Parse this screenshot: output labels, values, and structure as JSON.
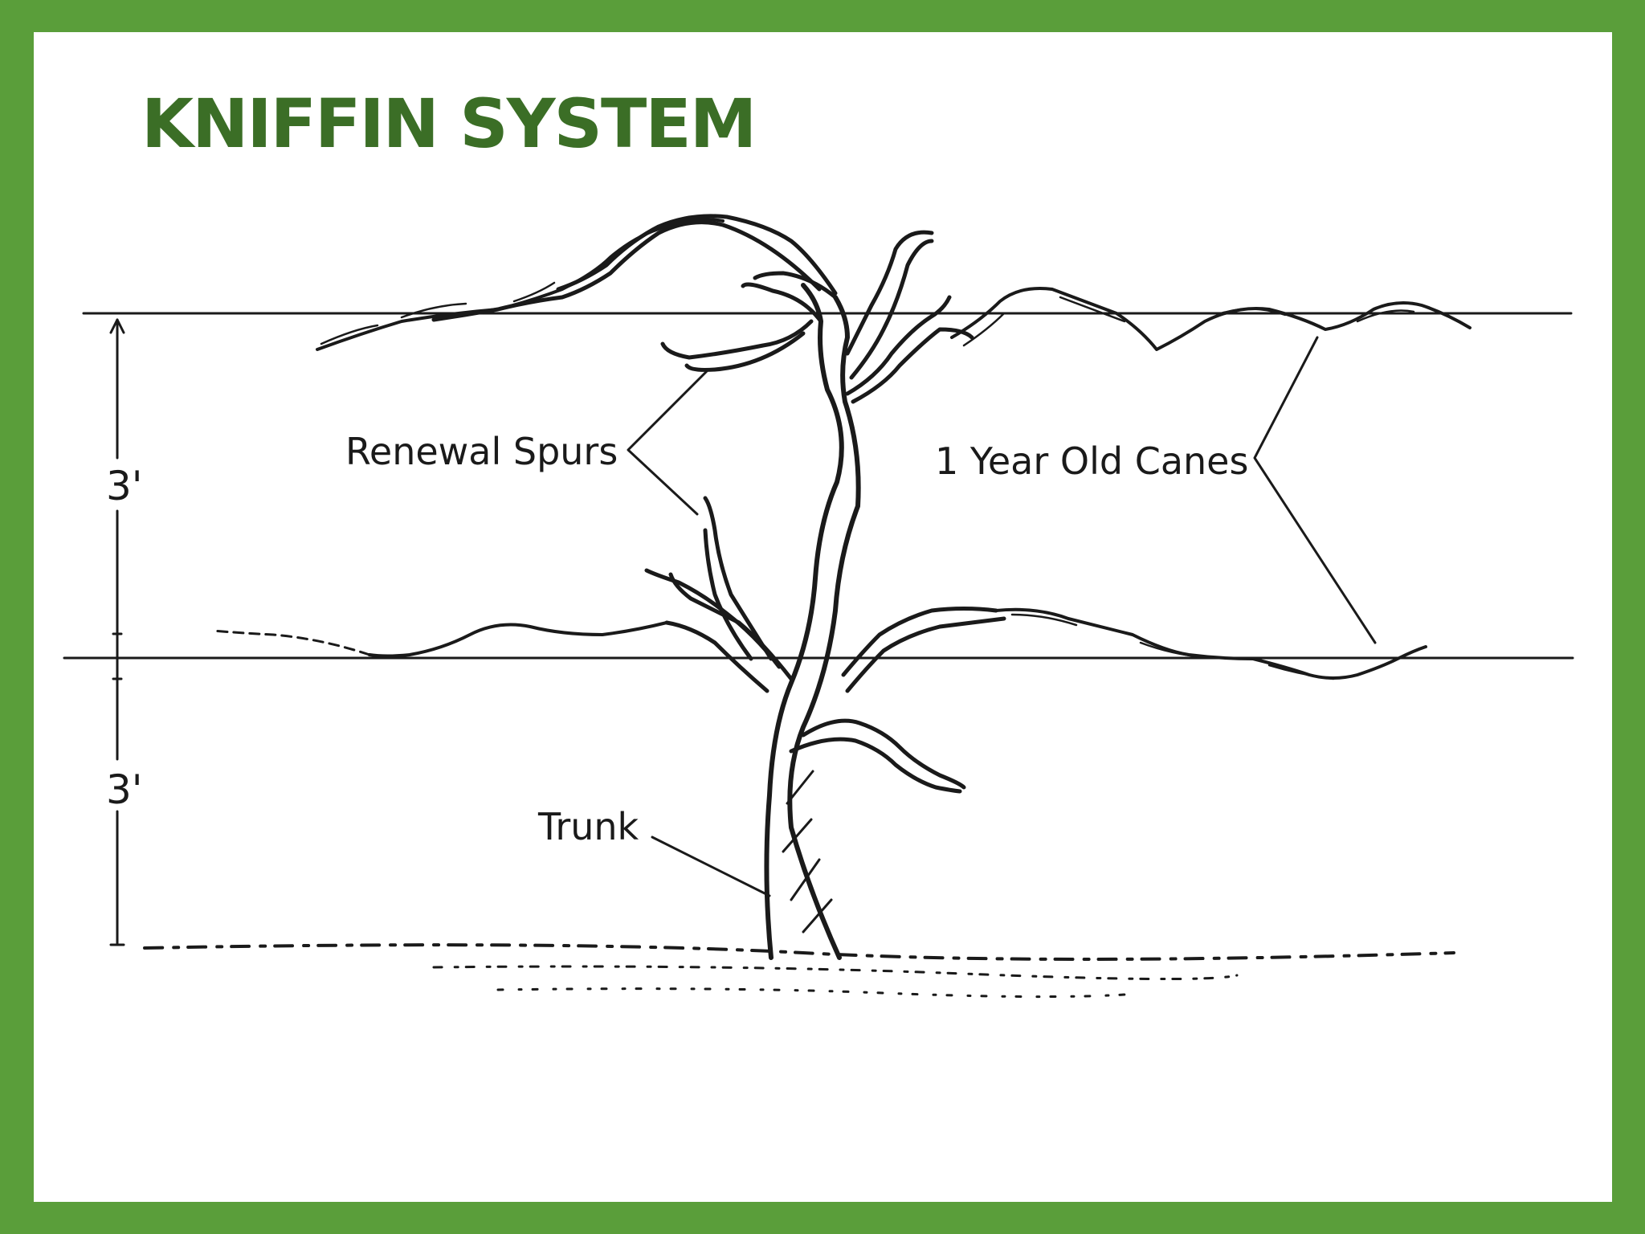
{
  "slide": {
    "title": "KNIFFIN SYSTEM",
    "colors": {
      "border": "#5a9e3a",
      "title": "#3b6e26",
      "ink": "#1a1a1a"
    }
  },
  "diagram": {
    "labels": {
      "renewal_spurs": "Renewal Spurs",
      "one_year_canes": "1 Year Old Canes",
      "trunk": "Trunk"
    },
    "dimensions": {
      "upper": "3'",
      "lower": "3'"
    }
  }
}
